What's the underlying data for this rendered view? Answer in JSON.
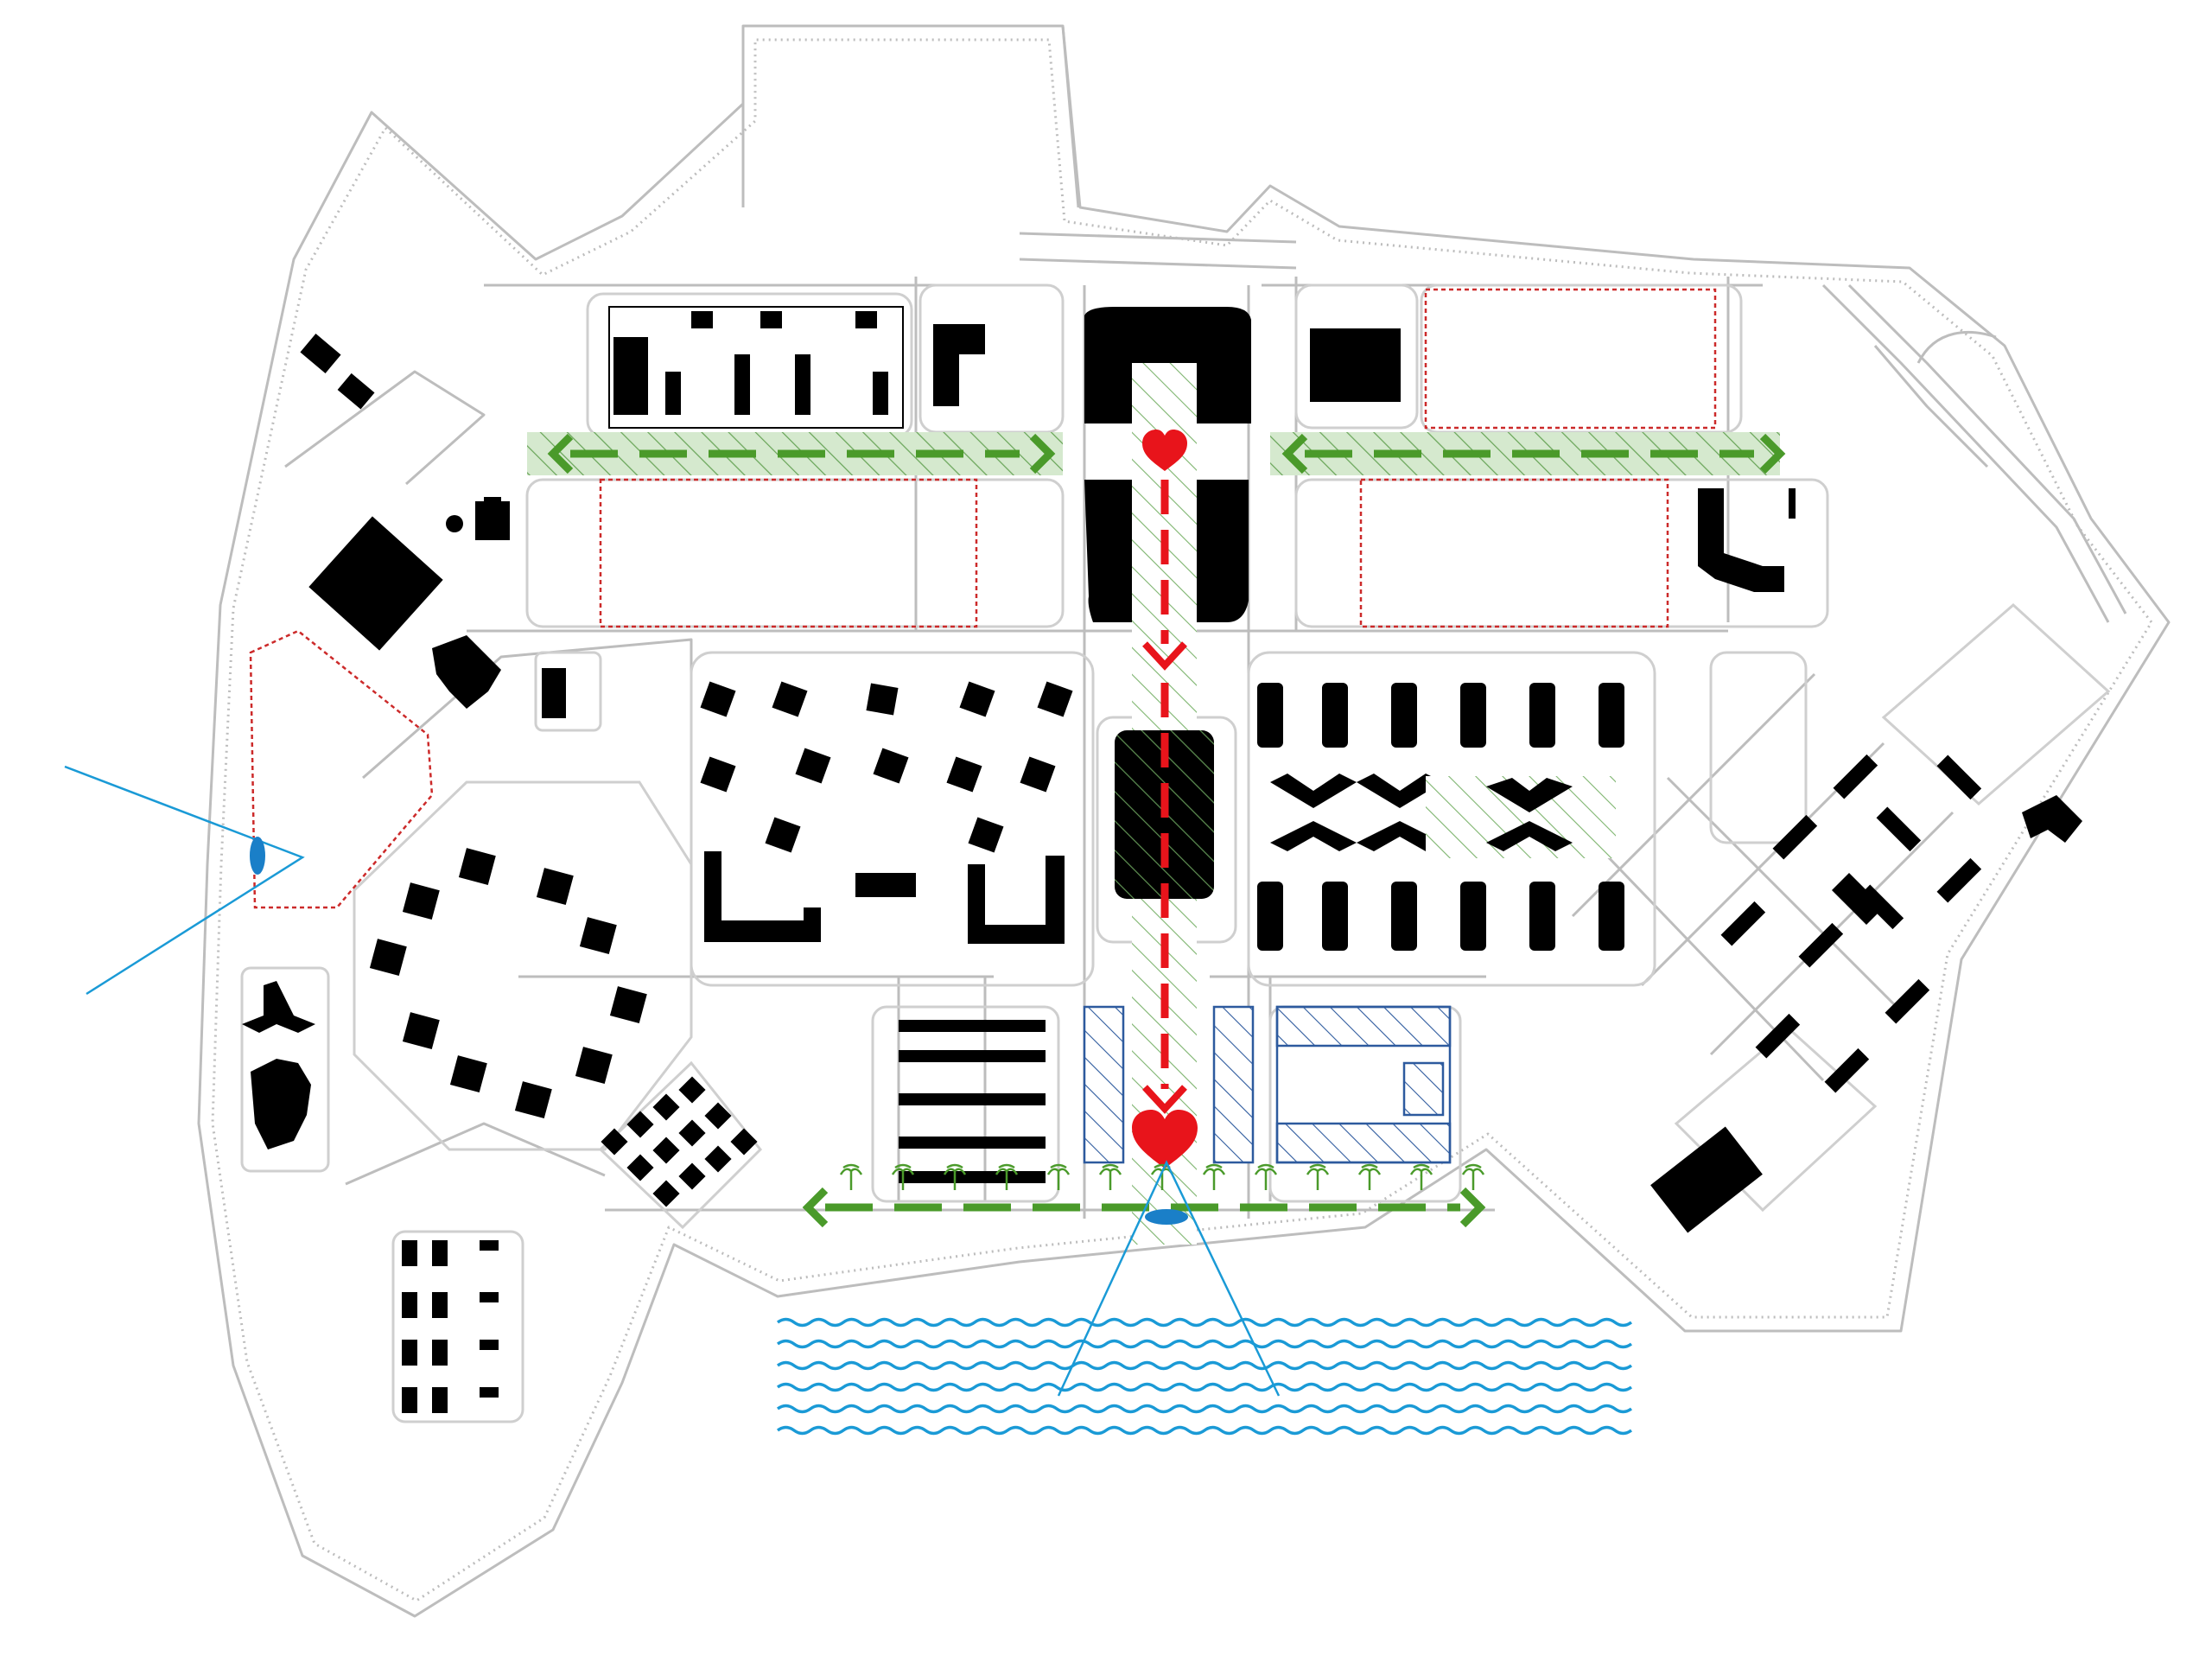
{
  "diagram": {
    "type": "urban-masterplan-concept",
    "colors": {
      "background": "#ffffff",
      "road": "#b9b9b9",
      "block_outline": "#c9c9c9",
      "building": "#000000",
      "green_axis": "#4a9a2a",
      "green_fill": "#cfe5c7",
      "red_axis": "#e8141b",
      "heart": "#e8141b",
      "plot_border": "#cc2a2a",
      "blue_hatch": "#2d5a9e",
      "water": "#1a9ad6",
      "view_cone": "#1a9ad6",
      "hatch_green": "#6aa65a"
    },
    "icons": [
      "heart-icon",
      "eye-icon",
      "palm-tree-icon",
      "arrow-left-icon",
      "arrow-right-icon",
      "arrow-down-icon"
    ],
    "elements": {
      "green_axes": [
        "north-west-green-axis",
        "north-east-green-axis",
        "south-waterfront-green-axis"
      ],
      "red_axis": "central-red-axis",
      "hearts": 2,
      "view_points": 2,
      "palm_trees": 13,
      "water_waves": 6
    }
  }
}
